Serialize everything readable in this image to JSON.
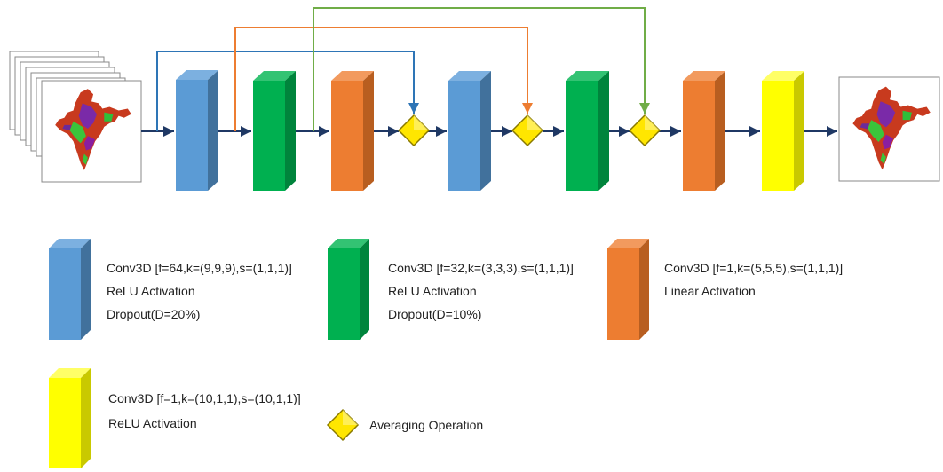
{
  "legend": {
    "blue_block": {
      "line1": "Conv3D [f=64,k=(9,9,9),s=(1,1,1)]",
      "line2": "ReLU Activation",
      "line3": "Dropout(D=20%)"
    },
    "green_block": {
      "line1": "Conv3D [f=32,k=(3,3,3),s=(1,1,1)]",
      "line2": "ReLU Activation",
      "line3": "Dropout(D=10%)"
    },
    "orange_block": {
      "line1": "Conv3D [f=1,k=(5,5,5),s=(1,1,1)]",
      "line2": "Linear Activation"
    },
    "yellow_block": {
      "line1": "Conv3D [f=1,k=(10,1,1),s=(10,1,1)]",
      "line2": "ReLU Activation"
    },
    "averaging": {
      "label": "Averaging Operation"
    }
  },
  "colors": {
    "blue_front": "#5b9bd5",
    "blue_side": "#41719c",
    "blue_top": "#7cb0e0",
    "green_front": "#00b050",
    "green_side": "#00843c",
    "green_top": "#33c373",
    "orange_front": "#ed7d31",
    "orange_side": "#b85e20",
    "orange_top": "#f29a5e",
    "yellow_front": "#ffff00",
    "yellow_side": "#c9c900",
    "yellow_top": "#ffff66",
    "diamond": "#ffe600",
    "arrow_navy": "#1f3864",
    "skip_blue": "#2e75b6",
    "skip_orange": "#ed7d31",
    "skip_green": "#70ad47"
  },
  "icons": {
    "input_stack": "india-map-stack-icon",
    "output_map": "india-map-icon",
    "averaging": "yellow-diamond-icon"
  }
}
